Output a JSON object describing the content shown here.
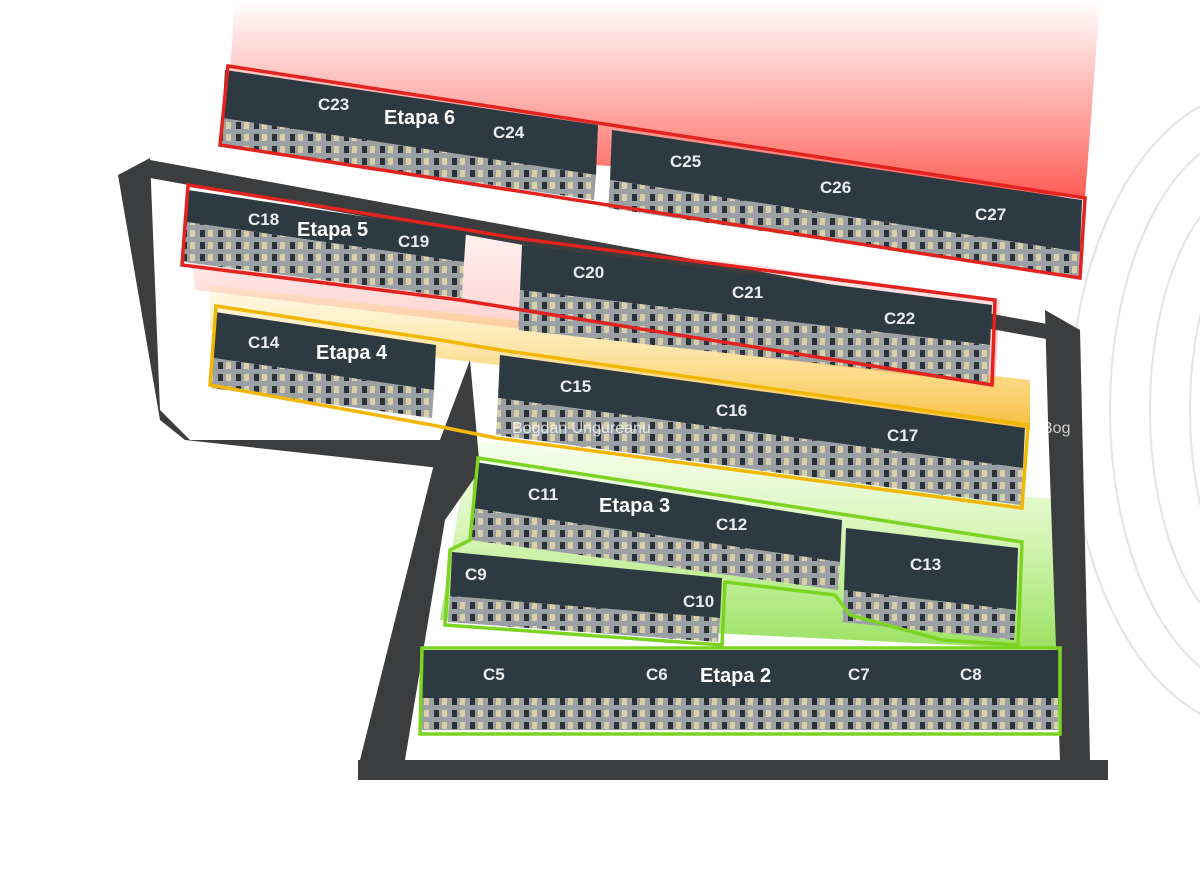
{
  "map": {
    "watermark": "Bogdan Ungureanu",
    "watermark_right": "Bog"
  },
  "colors": {
    "etapa6": "#e3231f",
    "etapa5": "#e3231f",
    "etapa4": "#f2b705",
    "etapa3": "#7dd321",
    "etapa2": "#7dd321",
    "roof": "#2e3a42",
    "facade": "#8a9094",
    "road": "#3b3d3e"
  },
  "stages": [
    {
      "id": "etapa6",
      "label": "Etapa 6"
    },
    {
      "id": "etapa5",
      "label": "Etapa 5"
    },
    {
      "id": "etapa4",
      "label": "Etapa 4"
    },
    {
      "id": "etapa3",
      "label": "Etapa 3"
    },
    {
      "id": "etapa2",
      "label": "Etapa 2"
    }
  ],
  "buildings": {
    "C5": "C5",
    "C6": "C6",
    "C7": "C7",
    "C8": "C8",
    "C9": "C9",
    "C10": "C10",
    "C11": "C11",
    "C12": "C12",
    "C13": "C13",
    "C14": "C14",
    "C15": "C15",
    "C16": "C16",
    "C17": "C17",
    "C18": "C18",
    "C19": "C19",
    "C20": "C20",
    "C21": "C21",
    "C22": "C22",
    "C23": "C23",
    "C24": "C24",
    "C25": "C25",
    "C26": "C26",
    "C27": "C27"
  }
}
